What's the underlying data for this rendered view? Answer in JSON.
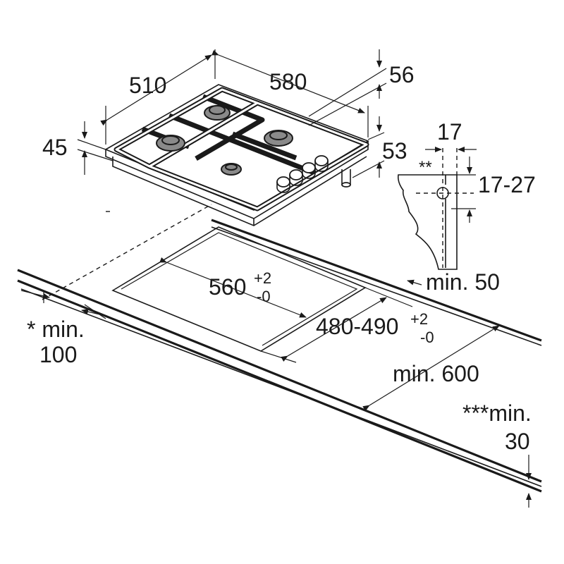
{
  "dimensions": {
    "depth": "510",
    "width": "580",
    "side_height": "56",
    "thickness": "45",
    "body_height": "53",
    "bracket_width": "17",
    "bracket_marker": "**",
    "clamp_range": "17-27",
    "cutout_width": "560",
    "cutout_width_tol_upper": "+2",
    "cutout_width_tol_lower": "-0",
    "cutout_depth": "480-490",
    "cutout_depth_tol_upper": "+2",
    "cutout_depth_tol_lower": "-0",
    "min_rear": "min. 50",
    "min_front_line1": "* min.",
    "min_front_line2": "100",
    "min_wall": "min. 600",
    "min_worktop_line1": "***min.",
    "min_worktop_line2": "30"
  },
  "colors": {
    "line": "#1a1a1a",
    "burner_fill": "#8a8a8a",
    "background": "#ffffff"
  }
}
